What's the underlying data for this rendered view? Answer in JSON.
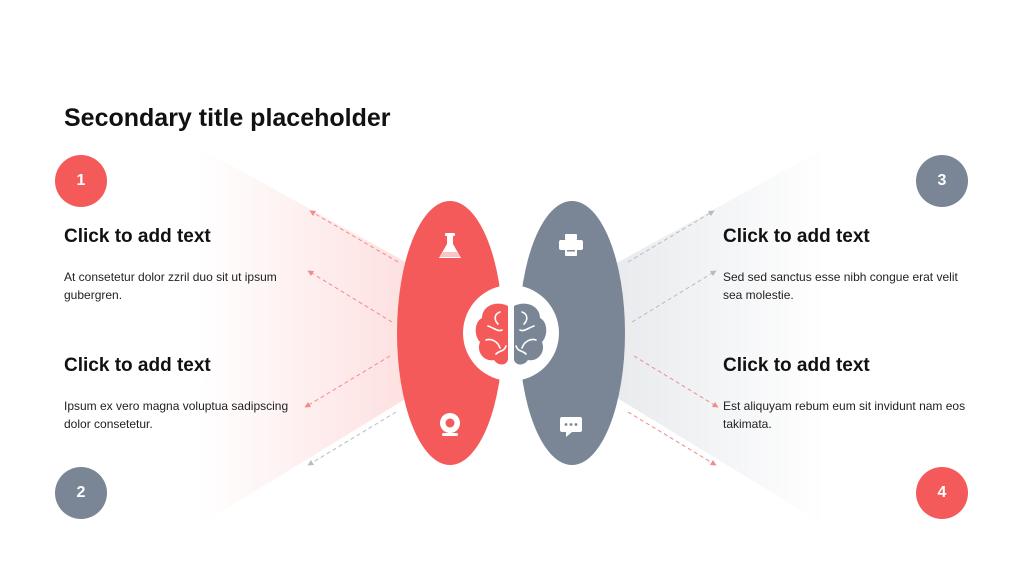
{
  "title": "Secondary title placeholder",
  "colors": {
    "accent": "#F55A5A",
    "slate": "#7A8596",
    "text": "#111111",
    "white": "#FFFFFF"
  },
  "badges": [
    {
      "number": "1",
      "color": "#F55A5A"
    },
    {
      "number": "2",
      "color": "#7A8596"
    },
    {
      "number": "3",
      "color": "#7A8596"
    },
    {
      "number": "4",
      "color": "#F55A5A"
    }
  ],
  "blocks": [
    {
      "heading": "Click to add text",
      "body": "At consetetur dolor zzril duo sit ut ipsum gubergren."
    },
    {
      "heading": "Click to add text",
      "body": "Ipsum ex vero magna voluptua sadipscing dolor consetetur."
    },
    {
      "heading": "Click to add text",
      "body": "Sed sed sanctus esse nibh congue erat velit sea molestie."
    },
    {
      "heading": "Click to add text",
      "body": "Est aliquyam rebum eum sit invidunt nam eos takimata."
    }
  ],
  "icons": {
    "left_top": "flask-icon",
    "left_bottom": "webcam-icon",
    "right_top": "printer-icon",
    "right_bottom": "chat-bubble-icon",
    "center": "brain-icon"
  }
}
